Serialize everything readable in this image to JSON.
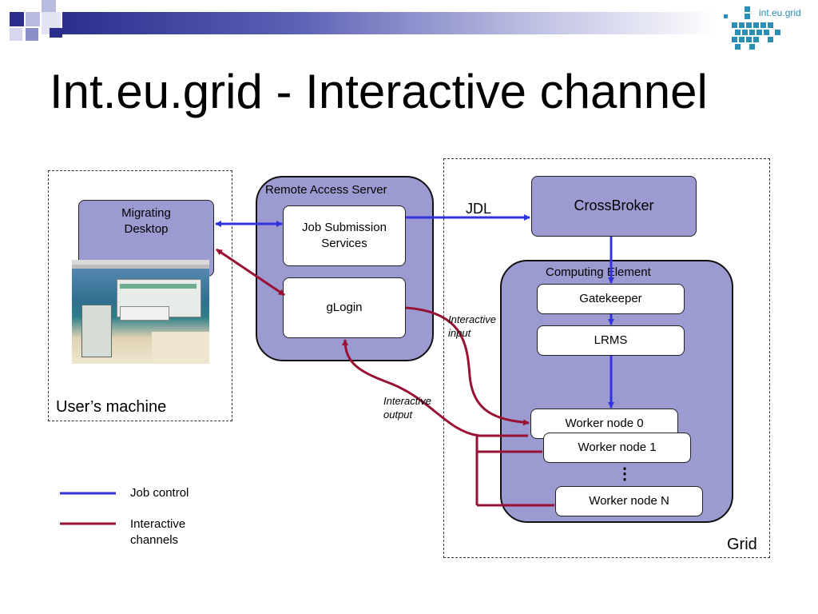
{
  "slide": {
    "title": "Int.eu.grid - Interactive channel",
    "logo_text": "int.eu.grid"
  },
  "colors": {
    "job_control": "#3333dd",
    "interactive": "#991133",
    "container_fill": "#9b9bd1"
  },
  "users_machine": {
    "label": "User’s machine",
    "migrating_desktop": "Migrating Desktop"
  },
  "remote_access_server": {
    "label": "Remote Access Server",
    "job_submission": "Job Submission Services",
    "glogin": "gLogin"
  },
  "grid": {
    "label": "Grid",
    "crossbroker": "CrossBroker",
    "jdl": "JDL",
    "computing_element": "Computing Element",
    "gatekeeper": "Gatekeeper",
    "lrms": "LRMS",
    "worker_nodes": [
      "Worker node 0",
      "Worker node 1",
      "Worker node N"
    ],
    "ellipsis": "⋮"
  },
  "annotations": {
    "interactive_input": "Interactive input",
    "interactive_output": "Interactive output"
  },
  "legend": {
    "job_control": "Job control",
    "interactive_channels": "Interactive channels"
  }
}
